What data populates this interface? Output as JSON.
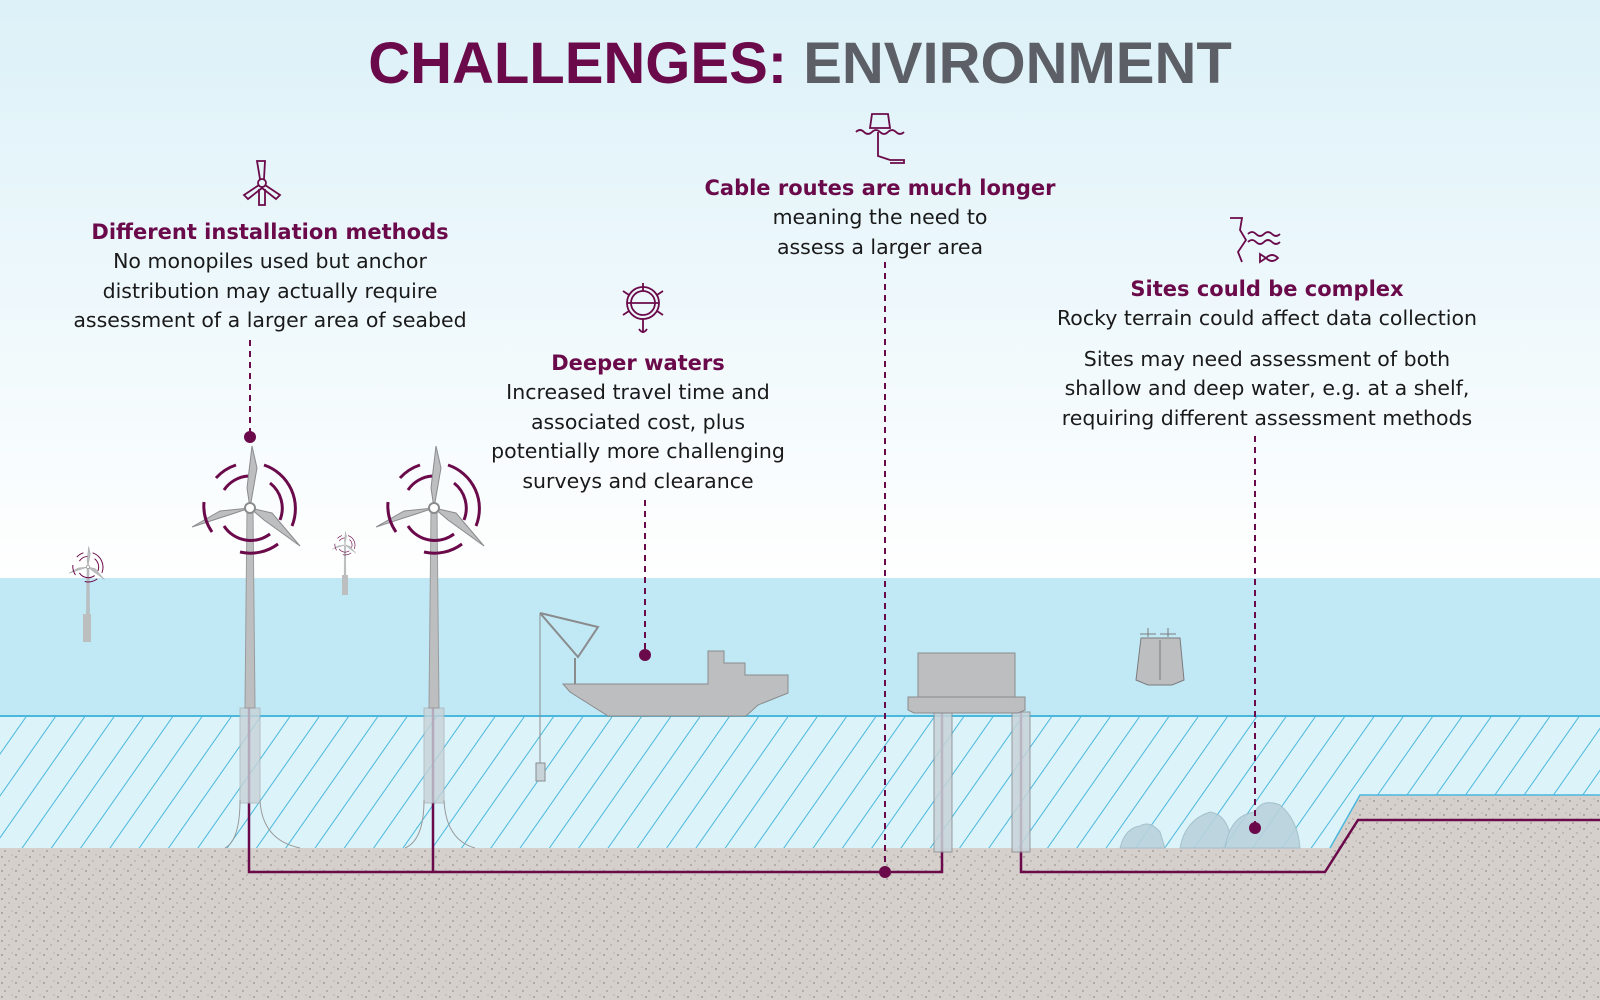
{
  "title": {
    "part1": "CHALLENGES:",
    "part2": "ENVIRONMENT"
  },
  "colors": {
    "accent": "#6b0a4a",
    "title_gray": "#5c6066",
    "water": "#c1e8f5",
    "hatch": "#4ab8dc",
    "seabed": "#d6d0cc",
    "structure": "#bdbec0"
  },
  "callouts": [
    {
      "icon": "wind-turbine-icon",
      "heading": "Different installation methods",
      "lines": [
        "No monopiles used but anchor",
        "distribution may actually require",
        "assessment of a larger area of seabed"
      ]
    },
    {
      "icon": "ship-wheel-anchor-icon",
      "heading": "Deeper waters",
      "lines": [
        "Increased travel time and",
        "associated cost, plus",
        "potentially more challenging",
        "surveys and clearance"
      ]
    },
    {
      "icon": "buoy-cable-icon",
      "heading": "Cable routes are much longer",
      "lines": [
        "meaning the need to",
        "assess a larger area"
      ]
    },
    {
      "icon": "cliff-waves-fish-icon",
      "heading": "Sites could be complex",
      "lines": [
        "Rocky terrain could affect data collection"
      ],
      "extra_lines": [
        "Sites may need assessment of both",
        "shallow and deep water, e.g. at a shelf,",
        "requiring different assessment methods"
      ]
    }
  ]
}
